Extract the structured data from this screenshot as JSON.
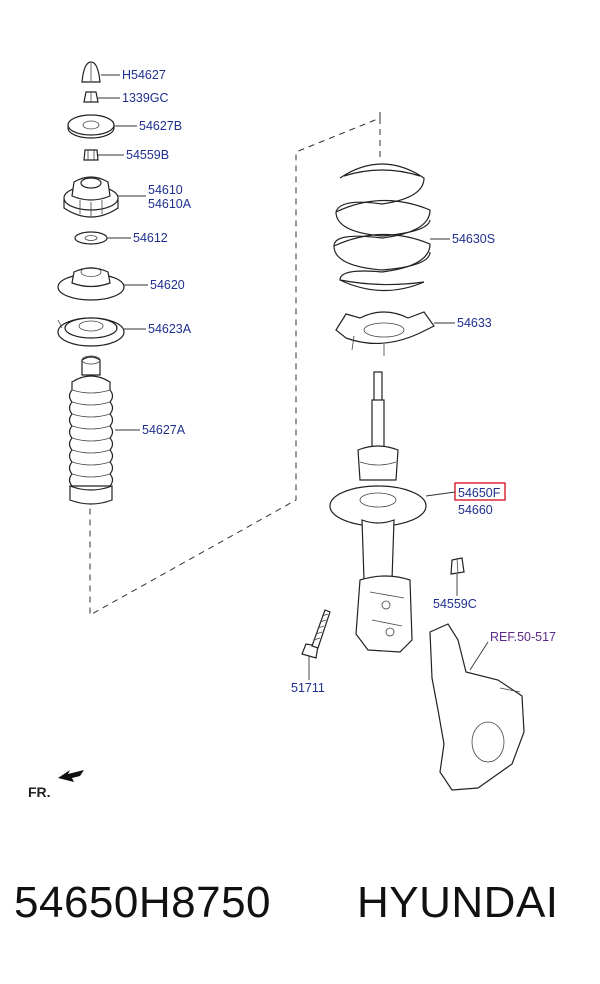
{
  "labels": {
    "h54627": "H54627",
    "c1339gc": "1339GC",
    "p54627b": "54627B",
    "p54559b": "54559B",
    "p54610": "54610",
    "p54610a": "54610A",
    "p54612": "54612",
    "p54620": "54620",
    "p54623a": "54623A",
    "p54627a": "54627A",
    "p54630s": "54630S",
    "p54633": "54633",
    "p54650f": "54650F",
    "p54660": "54660",
    "p54559c": "54559C",
    "p51711": "51711",
    "ref": "REF.50-517",
    "fr": "FR."
  },
  "highlight_color": "#d81b2a",
  "label_color": "#1f2f8f",
  "caption": {
    "part_number": "54650H8750",
    "brand": "HYUNDAI"
  }
}
